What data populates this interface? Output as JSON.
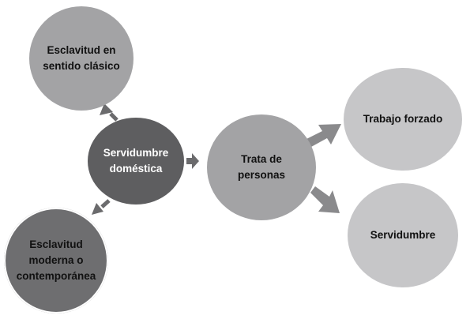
{
  "nodes": {
    "esclavitud_clasica": {
      "line1": "Esclavitud en",
      "line2": "sentido clásico"
    },
    "servidumbre_domestica": {
      "line1": "Servidumbre",
      "line2": "doméstica"
    },
    "trata_personas": {
      "line1": "Trata de",
      "line2": "personas"
    },
    "trabajo_forzado": {
      "line1": "Trabajo forzado"
    },
    "servidumbre": {
      "line1": "Servidumbre"
    },
    "esclavitud_moderna": {
      "line1": "Esclavitud",
      "line2": "moderna o",
      "line3": "contemporánea"
    }
  },
  "colors": {
    "dark_node": "#5e5e60",
    "mid_node": "#a3a3a5",
    "light_node": "#c6c6c8",
    "arrow": "#6b6b6d"
  }
}
